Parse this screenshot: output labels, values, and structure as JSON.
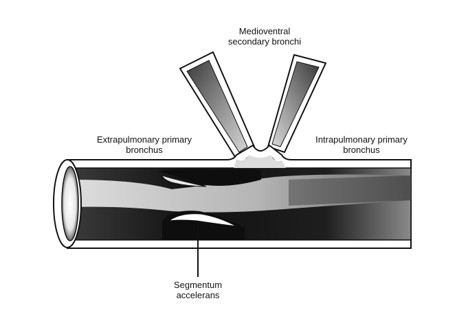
{
  "labels": {
    "medioventral": {
      "line1": "Medioventral",
      "line2": "secondary bronchi"
    },
    "extrapulmonary": {
      "line1": "Extrapulmonary primary",
      "line2": "bronchus"
    },
    "intrapulmonary": {
      "line1": "Intrapulmonary primary",
      "line2": "bronchus"
    },
    "segmentum": {
      "line1": "Segmentum",
      "line2": "accelerans"
    }
  },
  "colors": {
    "outline": "#111111",
    "wall": "#ffffff",
    "lumen_dark": "#1a1a1a",
    "lumen_light": "#d8d8d8"
  }
}
